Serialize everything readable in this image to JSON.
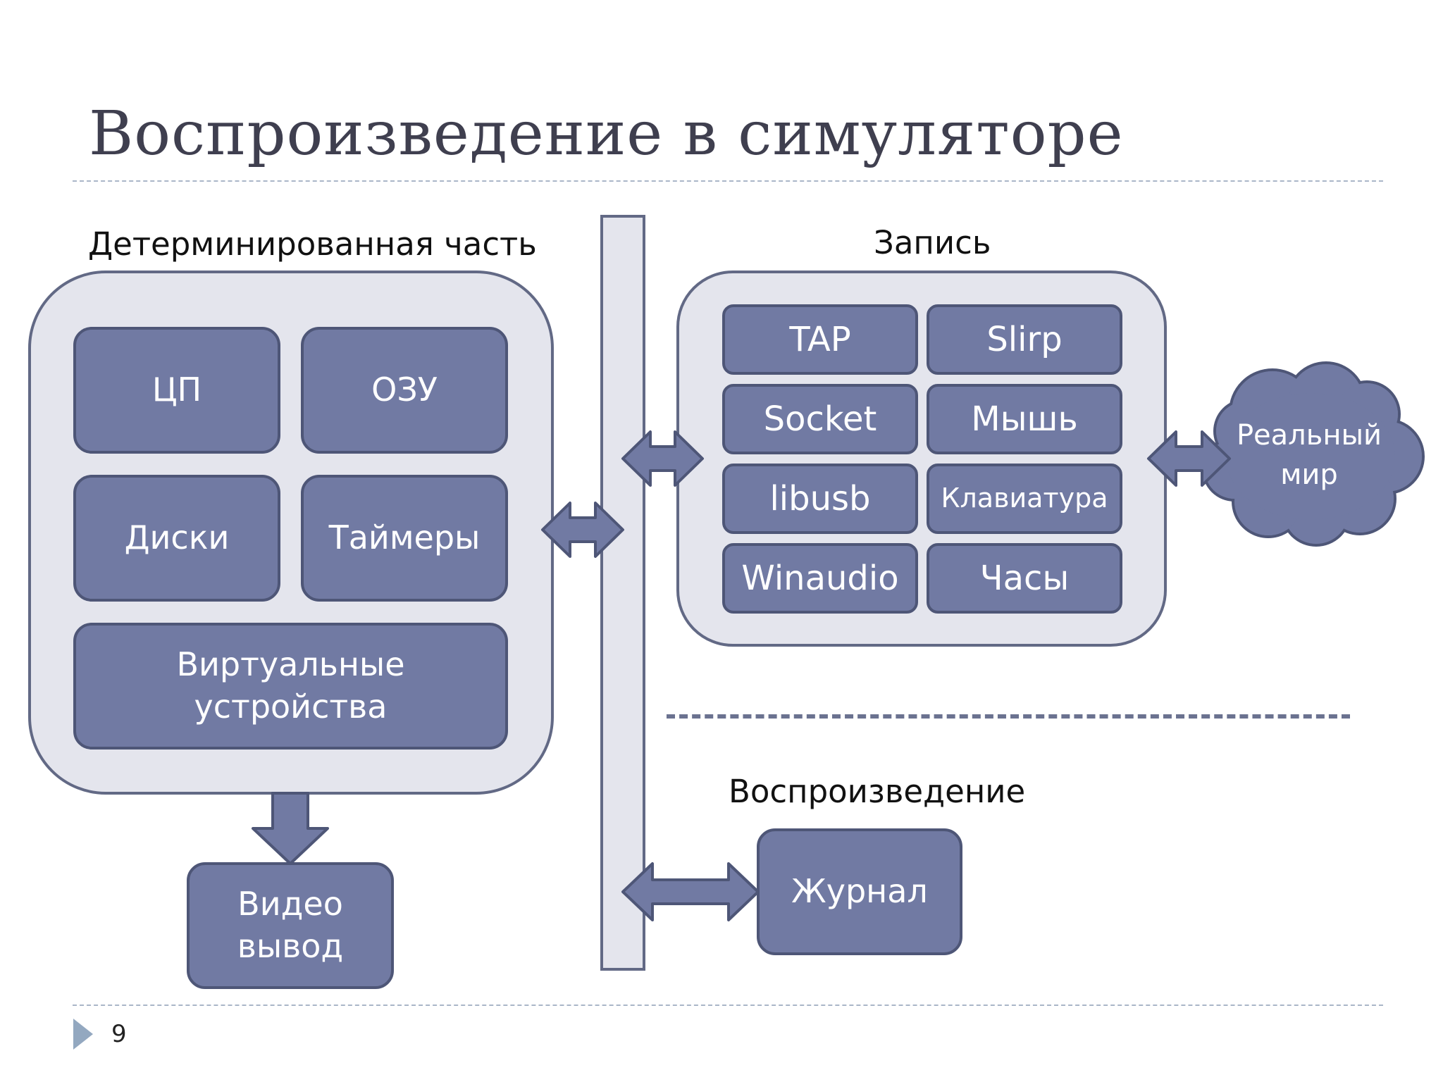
{
  "slide": {
    "title": "Воспроизведение в симуляторе",
    "page_number": "9"
  },
  "sections": {
    "deterministic": "Детерминированная часть",
    "record": "Запись",
    "replay": "Воспроизведение"
  },
  "deterministic_blocks": {
    "cpu": "ЦП",
    "ram": "ОЗУ",
    "disks": "Диски",
    "timers": "Таймеры",
    "virtual_devices": "Виртуальные устройства"
  },
  "video_output": "Видео вывод",
  "record_blocks": {
    "tap": "TAP",
    "slirp": "Slirp",
    "socket": "Socket",
    "mouse": "Мышь",
    "libusb": "libusb",
    "keyboard": "Клавиатура",
    "winaudio": "Winaudio",
    "clock": "Часы"
  },
  "real_world": "Реальный мир",
  "log": "Журнал",
  "colors": {
    "block_fill": "#717aa3",
    "panel_fill": "#e4e5ed",
    "outline": "#4e5677",
    "title_text": "#3f3f4f"
  }
}
